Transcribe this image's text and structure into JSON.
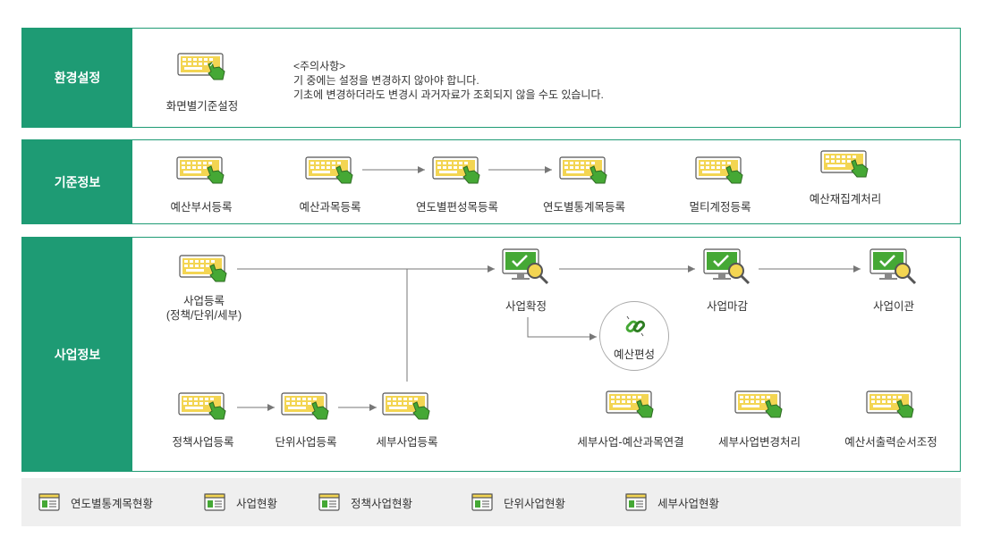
{
  "sections": {
    "env": {
      "label": "환경설정",
      "items": [
        "화면별기준설정"
      ],
      "notice": {
        "title": "<주의사항>",
        "line1": "기 중에는 설정을 변경하지 않아야 합니다.",
        "line2": "기초에 변경하더라도 변경시 과거자료가 조회되지 않을 수도 있습니다."
      }
    },
    "base": {
      "label": "기준정보",
      "items": [
        "예산부서등록",
        "예산과목등록",
        "연도별편성목등록",
        "연도별통계목등록",
        "멀티계정등록",
        "예산재집계처리"
      ]
    },
    "project": {
      "label": "사업정보",
      "register": "사업등록",
      "register_sub": "(정책/단위/세부)",
      "confirm": "사업확정",
      "close": "사업마감",
      "transfer": "사업이관",
      "budget": "예산편성",
      "policy": "정책사업등록",
      "unit": "단위사업등록",
      "detail": "세부사업등록",
      "link": "세부사업-예산과목연결",
      "change": "세부사업변경처리",
      "print": "예산서출력순서조정"
    }
  },
  "footer": [
    "연도별통계목현황",
    "사업현황",
    "정책사업현황",
    "단위사업현황",
    "세부사업현황"
  ],
  "colors": {
    "accent": "#1e9b74",
    "icon_yellow": "#f3d552",
    "icon_green": "#45a835"
  }
}
